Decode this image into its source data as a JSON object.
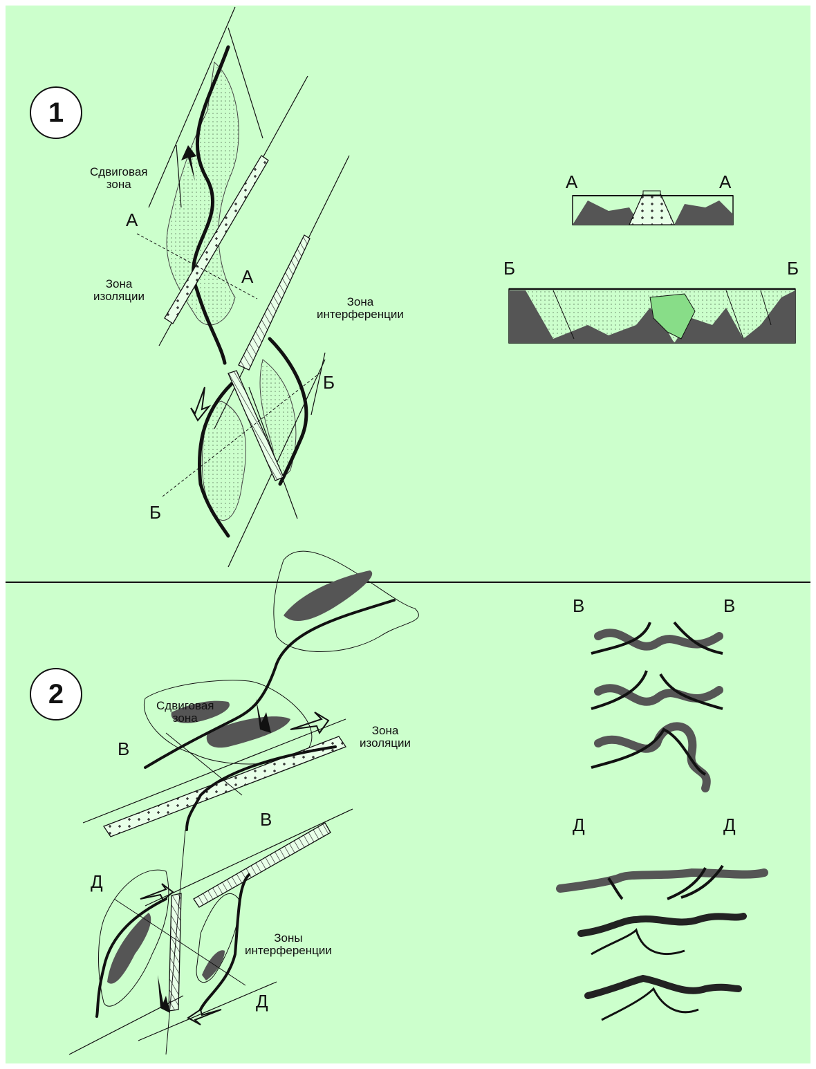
{
  "panel1": {
    "number": "1",
    "shear_zone": [
      "Сдвиговая",
      "зона"
    ],
    "isolation_zone": [
      "Зона",
      "изоляции"
    ],
    "interference_zone": [
      "Зона",
      "интерференции"
    ],
    "section_a": "А",
    "section_b": "Б"
  },
  "panel2": {
    "number": "2",
    "shear_zone": [
      "Сдвиговая",
      "зона"
    ],
    "isolation_zone": [
      "Зона",
      "изоляции"
    ],
    "interference_zones": [
      "Зоны",
      "интерференции"
    ],
    "section_v": "В",
    "section_d": "Д"
  },
  "colors": {
    "background": "#ccffcc",
    "dark_rock": "#555555",
    "green_fill": "#88dd88",
    "stroke": "#111111"
  }
}
